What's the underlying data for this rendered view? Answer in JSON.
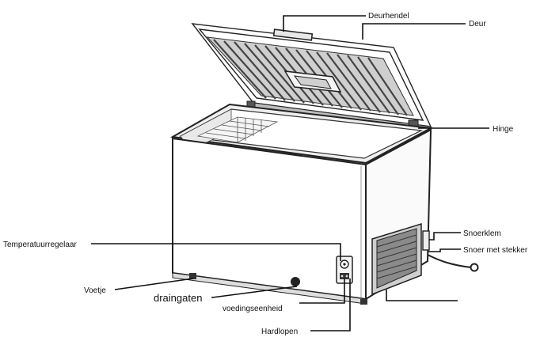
{
  "labels": {
    "handle": "Deurhendel",
    "door": "Deur",
    "hinge": "Hinge",
    "cord_clamp": "Snoerklem",
    "cord_plug": "Snoer met stekker",
    "thermostat": "Temperatuurregelaar",
    "foot": "Voetje",
    "drain": "draingaten",
    "power": "voedingseenheid",
    "running": "Hardlopen"
  }
}
